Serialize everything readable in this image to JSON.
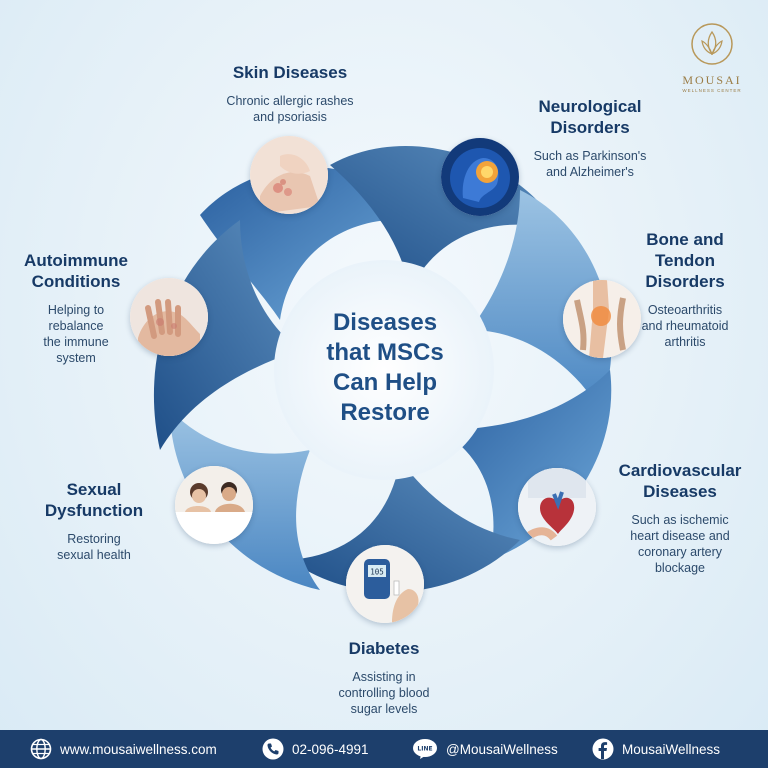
{
  "brand": {
    "name": "MOUSAI",
    "tagline": "WELLNESS CENTER"
  },
  "center_title": [
    "Diseases",
    "that MSCs",
    "Can Help",
    "Restore"
  ],
  "items": [
    {
      "title": [
        "Skin Diseases"
      ],
      "desc": [
        "Chronic allergic rashes",
        "and psoriasis"
      ],
      "icon": "skin-rash-photo"
    },
    {
      "title": [
        "Neurological",
        "Disorders"
      ],
      "desc": [
        "Such as Parkinson's",
        "and Alzheimer's"
      ],
      "icon": "brain-photo"
    },
    {
      "title": [
        "Bone and",
        "Tendon",
        "Disorders"
      ],
      "desc": [
        "Osteoarthritis",
        "and rheumatoid",
        "arthritis"
      ],
      "icon": "knee-photo"
    },
    {
      "title": [
        "Cardiovascular",
        "Diseases"
      ],
      "desc": [
        "Such as ischemic",
        "heart disease and",
        "coronary artery",
        "blockage"
      ],
      "icon": "heart-model-photo"
    },
    {
      "title": [
        "Diabetes"
      ],
      "desc": [
        "Assisting in",
        "controlling blood",
        "sugar levels"
      ],
      "icon": "glucose-meter-photo",
      "meter_reading": "105"
    },
    {
      "title": [
        "Sexual",
        "Dysfunction"
      ],
      "desc": [
        "Restoring",
        "sexual health"
      ],
      "icon": "couple-photo"
    },
    {
      "title": [
        "Autoimmune",
        "Conditions"
      ],
      "desc": [
        "Helping to",
        "rebalance",
        "the immune",
        "system"
      ],
      "icon": "hands-photo"
    }
  ],
  "footer": {
    "website": "www.mousaiwellness.com",
    "phone": "02-096-4991",
    "line_label": "LINE",
    "line": "@MousaiWellness",
    "facebook": "MousaiWellness"
  },
  "colors": {
    "dark_blue": "#1d3f6c",
    "mid_blue": "#2f6fb0",
    "light_blue": "#6aa7d8",
    "gold": "#b8985a"
  }
}
